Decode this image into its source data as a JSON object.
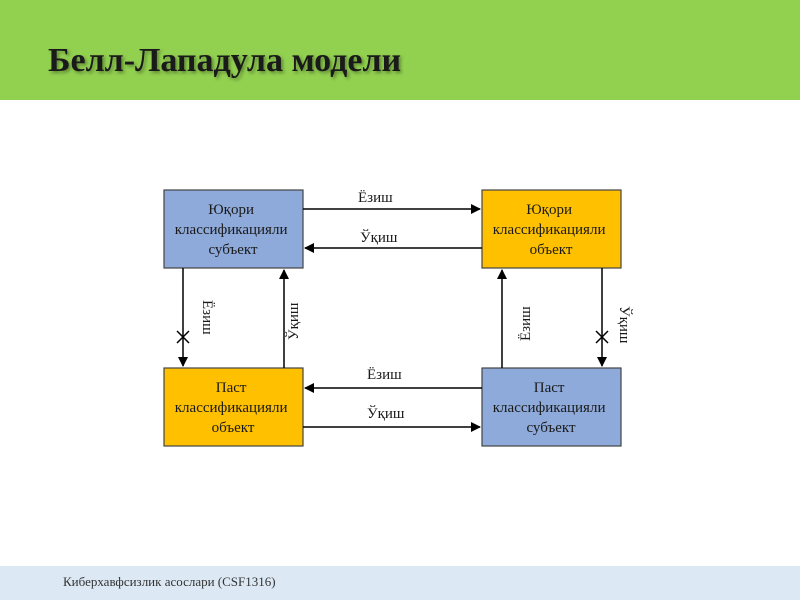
{
  "slide": {
    "title": "Белл-Лападула модели",
    "footer": "Киберхавфсизлик асослари (CSF1316)"
  },
  "colors": {
    "header": "#92d050",
    "subject_box": "#8eaadb",
    "object_box": "#ffc000",
    "footer": "#dce9f5"
  },
  "diagram": {
    "boxes": {
      "high_subject": [
        "Юқори",
        "классификацияли",
        "субъект"
      ],
      "high_object": [
        "Юқори",
        "классификацияли",
        "объект"
      ],
      "low_object": [
        "Паст",
        "классификацияли",
        "объект"
      ],
      "low_subject": [
        "Паст",
        "классификацияли",
        "субъект"
      ]
    },
    "arrows": {
      "top_write": "Ёзиш",
      "top_read": "Ўқиш",
      "bottom_write": "Ёзиш",
      "bottom_read": "Ўқиш",
      "left_write_down": "Ёзиш",
      "left_read_up": "Ўқиш",
      "right_write_up": "Ёзиш",
      "right_read_down": "Ўқиш"
    }
  }
}
